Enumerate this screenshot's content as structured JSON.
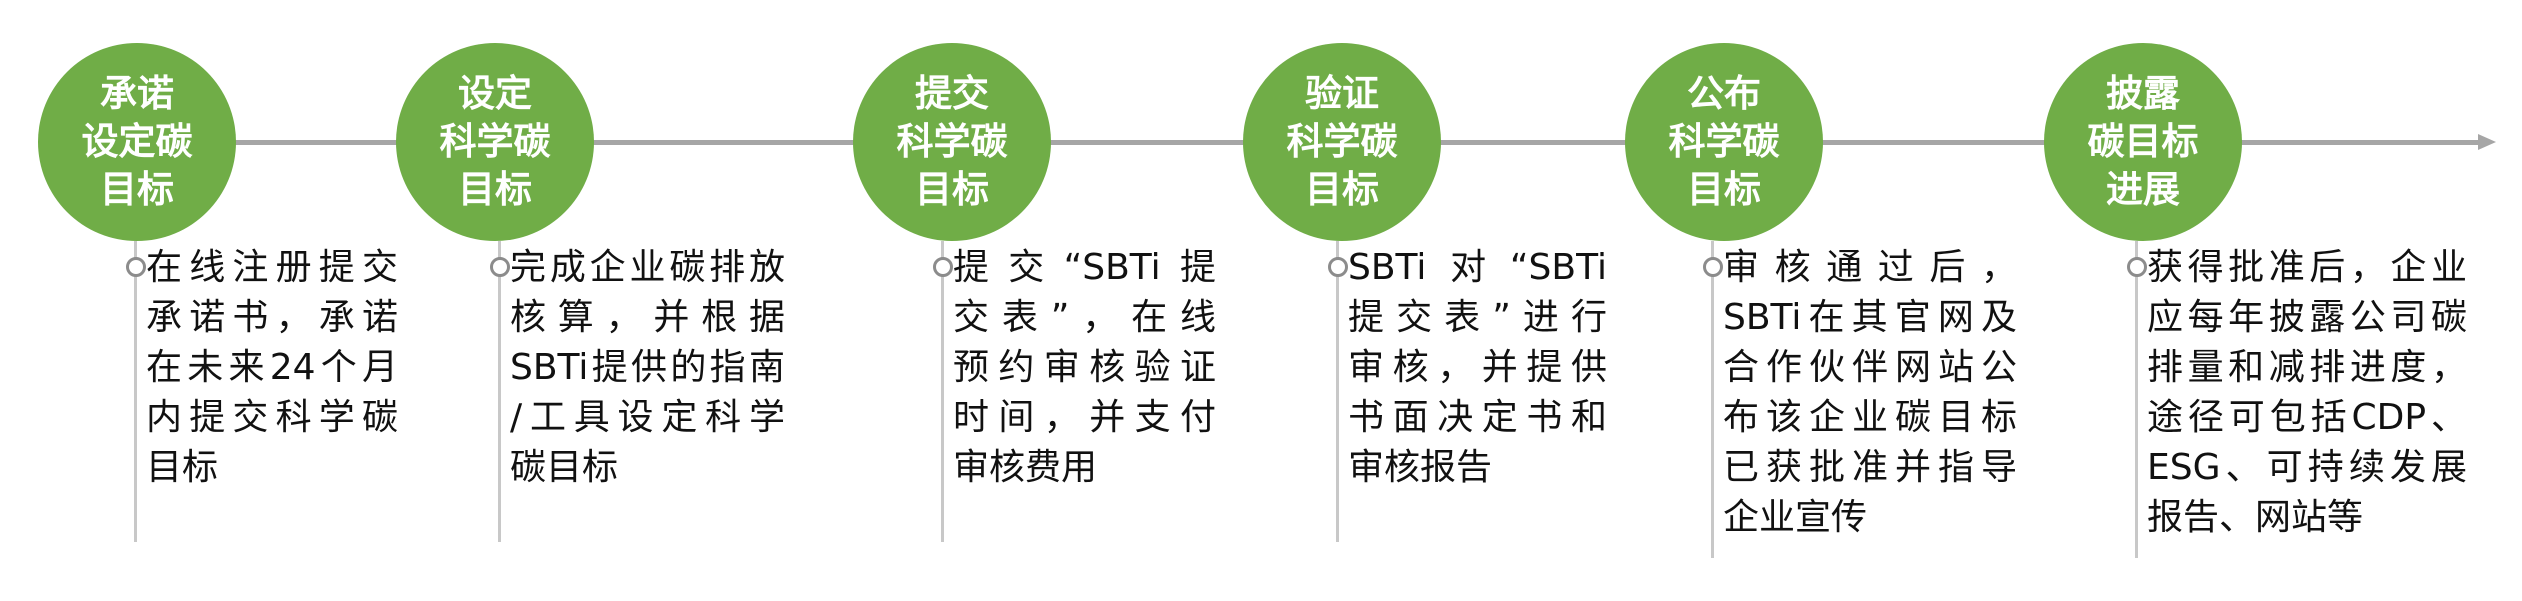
{
  "colors": {
    "accent": "#70ad47",
    "line": "#a6a6a6"
  },
  "steps": [
    {
      "title": [
        "承诺",
        "设定碳",
        "目标"
      ],
      "desc": [
        "在线注册提交",
        "承诺书，承诺",
        "在未来24个月",
        "内提交科学碳",
        "目标"
      ]
    },
    {
      "title": [
        "设定",
        "科学碳",
        "目标"
      ],
      "desc": [
        "完成企业碳排放",
        "核算，并根据",
        "SBTi提供的指南",
        "/工具设定科学",
        "碳目标"
      ]
    },
    {
      "title": [
        "提交",
        "科学碳",
        "目标"
      ],
      "desc": [
        "提交“SBTi提",
        "交表”，在线",
        "预约审核验证",
        "时间，并支付",
        "审核费用"
      ]
    },
    {
      "title": [
        "验证",
        "科学碳",
        "目标"
      ],
      "desc": [
        "SBTi对“SBTi",
        "提交表”进行",
        "审核，并提供",
        "书面决定书和",
        "审核报告"
      ]
    },
    {
      "title": [
        "公布",
        "科学碳",
        "目标"
      ],
      "desc": [
        "审核通过后，",
        "SBTi在其官网及",
        "合作伙伴网站公",
        "布该企业碳目标",
        "已获批准并指导",
        "企业宣传"
      ]
    },
    {
      "title": [
        "披露",
        "碳目标",
        "进展"
      ],
      "desc": [
        "获得批准后，企业",
        "应每年披露公司碳",
        "排量和减排进度，",
        "途径可包括CDP、",
        "ESG、可持续发展",
        "报告、网站等"
      ]
    }
  ]
}
